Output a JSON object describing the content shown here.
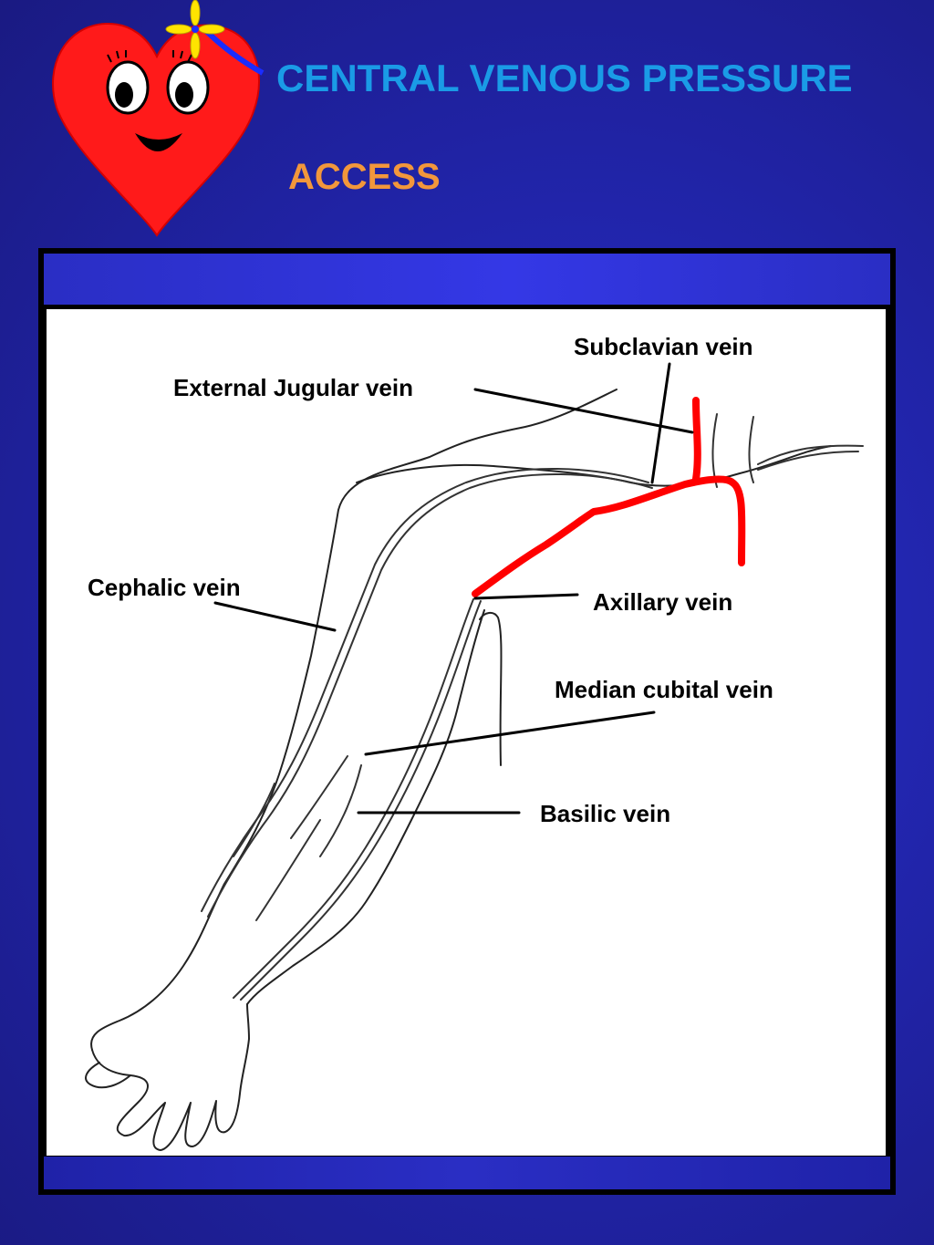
{
  "header": {
    "title": "CENTRAL VENOUS PRESSURE",
    "subtitle": "ACCESS"
  },
  "logo": {
    "icon": "smiling-heart-icon",
    "heart_color": "#ff1a1a",
    "flower_color": "#ffe400",
    "ribbon_color": "#1a2cff"
  },
  "diagram": {
    "labels": {
      "subclavian": "Subclavian vein",
      "external_jugular": "External Jugular vein",
      "cephalic": "Cephalic vein",
      "axillary": "Axillary vein",
      "median_cubital": "Median cubital vein",
      "basilic": "Basilic vein"
    },
    "highlight_color": "#ff0000"
  }
}
